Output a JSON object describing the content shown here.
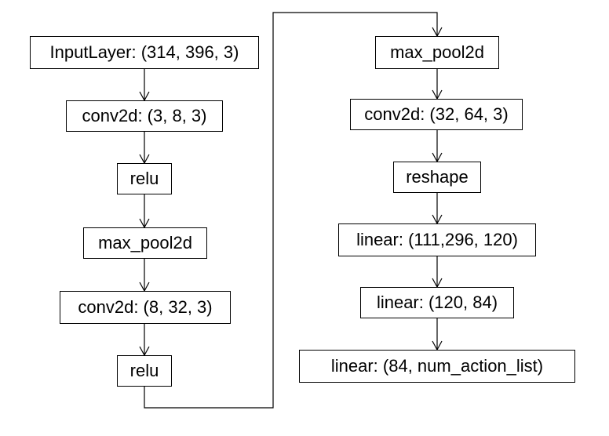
{
  "diagram": {
    "left_column": [
      "InputLayer: (314, 396, 3)",
      "conv2d: (3, 8, 3)",
      "relu",
      "max_pool2d",
      "conv2d: (8, 32, 3)",
      "relu"
    ],
    "right_column": [
      "max_pool2d",
      "conv2d: (32, 64, 3)",
      "reshape",
      "linear: (111,296, 120)",
      "linear: (120, 84)",
      "linear: (84, num_action_list)"
    ]
  }
}
